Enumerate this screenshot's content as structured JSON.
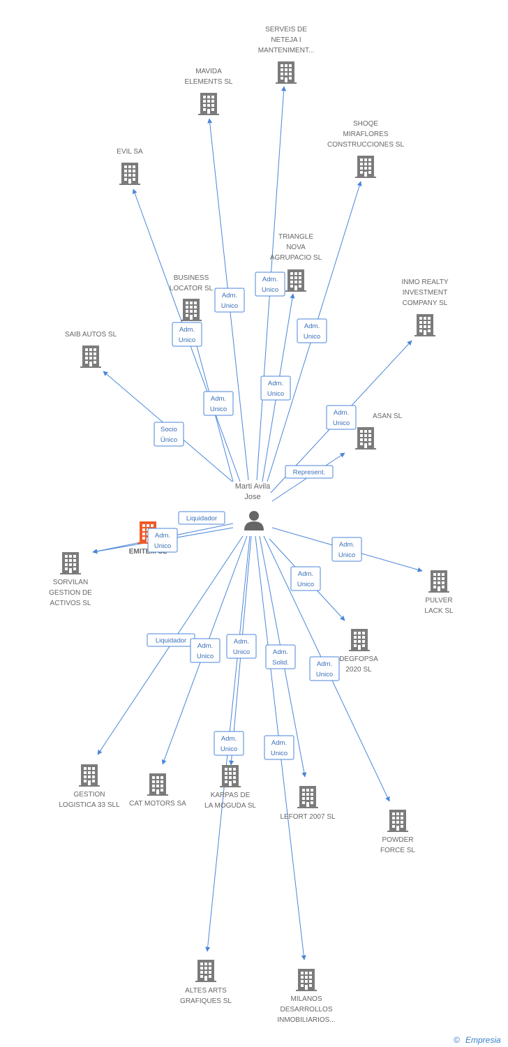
{
  "colors": {
    "edge": "#4a86d8",
    "building": "#7b7b7b",
    "building_highlight": "#f05a28",
    "person": "#666666",
    "label": "#666666"
  },
  "center": {
    "name_lines": [
      "Marti Avila",
      "Jose"
    ],
    "icon": "person-icon"
  },
  "companies": [
    {
      "id": "serveis",
      "lines": [
        "SERVEIS DE",
        "NETEJA I",
        "MANTENIMENT..."
      ]
    },
    {
      "id": "mavida",
      "lines": [
        "MAVIDA",
        "ELEMENTS SL"
      ]
    },
    {
      "id": "evil",
      "lines": [
        "EVIL SA"
      ]
    },
    {
      "id": "shoqe",
      "lines": [
        "SHOQE",
        "MIRAFLORES",
        "CONSTRUCCIONES SL"
      ]
    },
    {
      "id": "triangle",
      "lines": [
        "TRIANGLE",
        "NOVA",
        "AGRUPACIO SL"
      ]
    },
    {
      "id": "business",
      "lines": [
        "BUSINESS",
        "LOCATOR SL"
      ]
    },
    {
      "id": "inmo",
      "lines": [
        "INMO REALTY",
        "INVESTMENT",
        "COMPANY SL"
      ]
    },
    {
      "id": "saib",
      "lines": [
        "SAIB AUTOS SL"
      ]
    },
    {
      "id": "asan",
      "lines": [
        "ASAN SL"
      ]
    },
    {
      "id": "emitem",
      "lines": [
        "EMITEM SL"
      ],
      "highlight": true
    },
    {
      "id": "sorvilan",
      "lines": [
        "SORVILAN",
        "GESTION DE",
        "ACTIVOS SL"
      ]
    },
    {
      "id": "pulver",
      "lines": [
        "PULVER",
        "LACK SL"
      ]
    },
    {
      "id": "degfopsa",
      "lines": [
        "DEGFOPSA",
        "2020 SL"
      ]
    },
    {
      "id": "gestion",
      "lines": [
        "GESTION",
        "LOGISTICA 33 SLL"
      ]
    },
    {
      "id": "catmotors",
      "lines": [
        "CAT MOTORS SA"
      ]
    },
    {
      "id": "karpas",
      "lines": [
        "KARPAS DE",
        "LA MOGUDA SL"
      ]
    },
    {
      "id": "lefort",
      "lines": [
        "LEFORT 2007 SL"
      ]
    },
    {
      "id": "powder",
      "lines": [
        "POWDER",
        "FORCE SL"
      ]
    },
    {
      "id": "altes",
      "lines": [
        "ALTES ARTS",
        "GRAFIQUES SL"
      ]
    },
    {
      "id": "milanos",
      "lines": [
        "MILANOS",
        "DESARROLLOS",
        "INMOBILIARIOS..."
      ]
    }
  ],
  "relations": [
    {
      "to": "serveis",
      "lines": [
        "Adm.",
        "Unico"
      ]
    },
    {
      "to": "mavida",
      "lines": [
        "Adm.",
        "Unico"
      ]
    },
    {
      "to": "evil",
      "lines": [
        "Adm.",
        "Unico"
      ]
    },
    {
      "to": "shoqe",
      "lines": [
        "Adm.",
        "Unico"
      ]
    },
    {
      "to": "triangle",
      "lines": [
        "Adm.",
        "Unico"
      ]
    },
    {
      "to": "business",
      "lines": [
        "Adm.",
        "Unico"
      ]
    },
    {
      "to": "inmo",
      "lines": [
        "Adm.",
        "Unico"
      ]
    },
    {
      "to": "saib",
      "lines": [
        "Socio",
        "Único"
      ]
    },
    {
      "to": "asan",
      "lines": [
        "Represent."
      ]
    },
    {
      "to": "emitem",
      "lines": [
        "Liquidador"
      ]
    },
    {
      "to": "sorvilan",
      "lines": [
        "Adm.",
        "Unico"
      ]
    },
    {
      "to": "pulver",
      "lines": [
        "Adm.",
        "Unico"
      ]
    },
    {
      "to": "degfopsa",
      "lines": [
        "Adm.",
        "Unico"
      ]
    },
    {
      "to": "gestion",
      "lines": [
        "Liquidador"
      ]
    },
    {
      "to": "catmotors",
      "lines": [
        "Adm.",
        "Unico"
      ]
    },
    {
      "to": "karpas",
      "lines": [
        "Adm.",
        "Unico"
      ]
    },
    {
      "to": "lefort",
      "lines": [
        "Adm.",
        "Solid."
      ]
    },
    {
      "to": "powder",
      "lines": [
        "Adm.",
        "Unico"
      ]
    },
    {
      "to": "altes",
      "lines": [
        "Adm.",
        "Unico"
      ]
    },
    {
      "to": "milanos",
      "lines": [
        "Adm.",
        "Unico"
      ]
    }
  ],
  "watermark": {
    "symbol": "©",
    "brand": "Empresia"
  }
}
